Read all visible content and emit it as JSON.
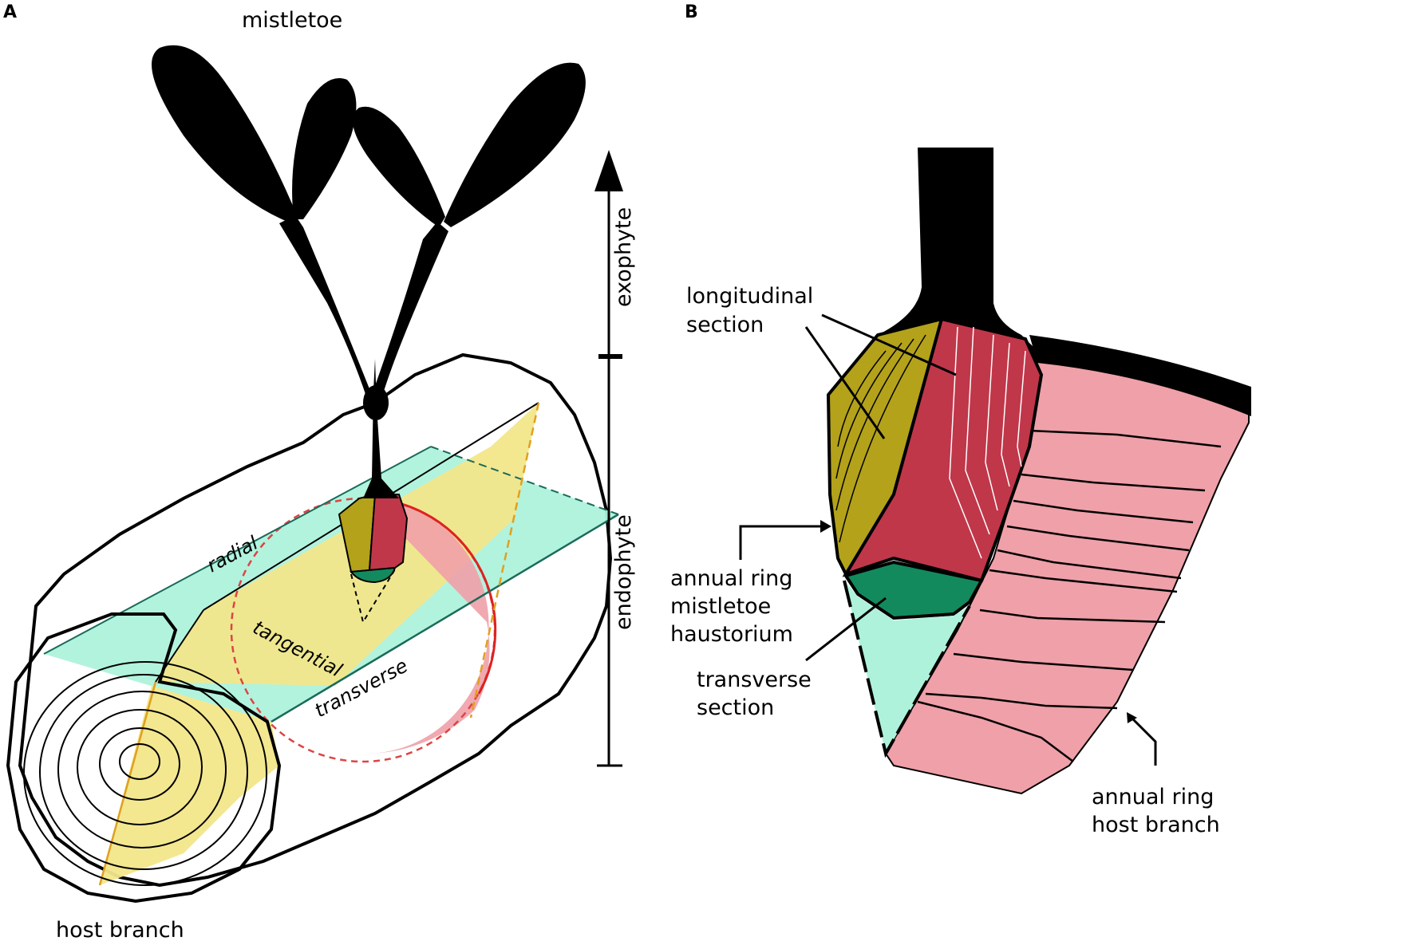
{
  "panels": {
    "a": {
      "letter": "A"
    },
    "b": {
      "letter": "B"
    }
  },
  "panel_a": {
    "mistletoe_label": "mistletoe",
    "host_label": "host branch",
    "planes": {
      "radial": "radial",
      "tangential": "tangential",
      "transverse": "transverse"
    },
    "scale": {
      "exophyte": "exophyte",
      "endophyte": "endophyte"
    }
  },
  "panel_b": {
    "longitudinal": [
      "longitudinal",
      "section"
    ],
    "mistletoe_ring": [
      "annual ring",
      "mistletoe",
      "haustorium"
    ],
    "transverse": [
      "transverse",
      "section"
    ],
    "host_ring": [
      "annual ring",
      "host branch"
    ]
  },
  "colors": {
    "radial_yellow": "#f2e68a",
    "tangential_teal": "#aef2dc",
    "transverse_pink": "#efa0a8",
    "haustorium_olive": "#b3a21a",
    "haustorium_red": "#c0374a",
    "haustorium_green": "#138a5e",
    "host_pink": "#efa0a8",
    "outline": "#000000"
  }
}
